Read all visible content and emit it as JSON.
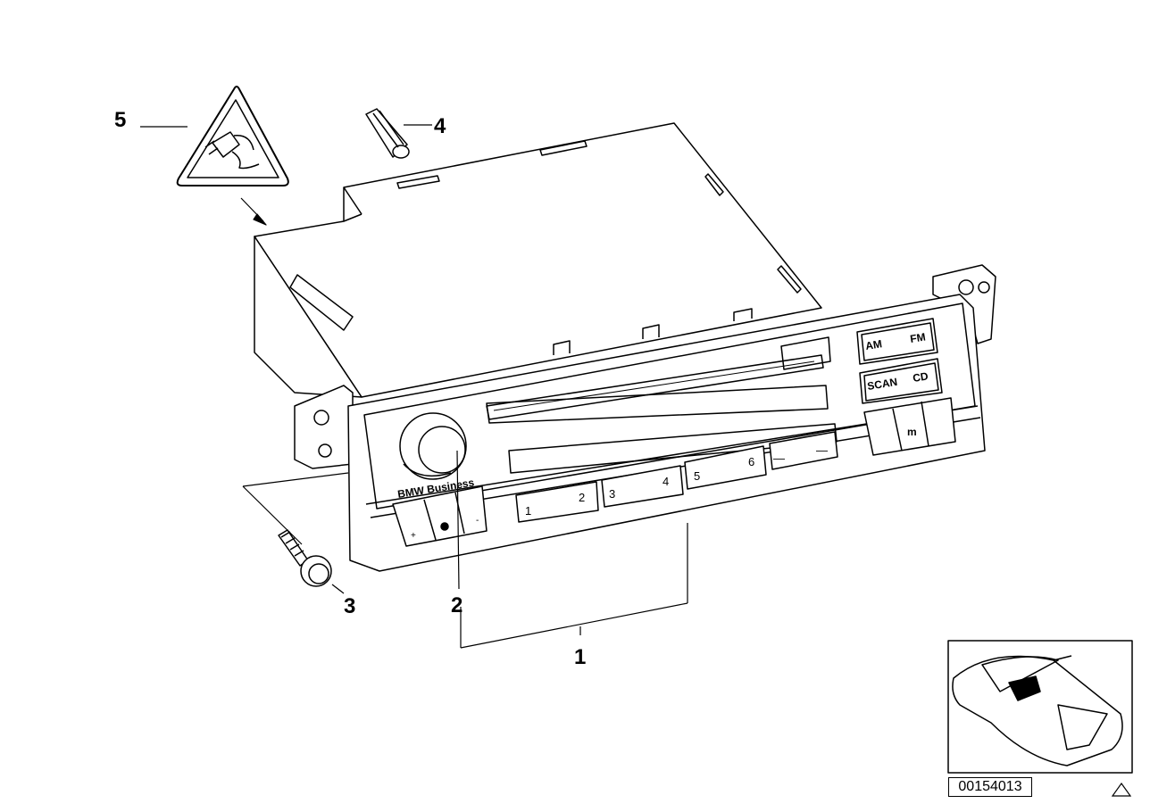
{
  "callouts": {
    "c1": "1",
    "c2": "2",
    "c3": "3",
    "c4": "4",
    "c5": "5"
  },
  "radio": {
    "brand_label": "BMW Business",
    "btn_am": "AM",
    "btn_fm": "FM",
    "btn_scan": "SCAN",
    "btn_cd": "CD",
    "btn_m": "m",
    "presets": [
      "1",
      "2",
      "3",
      "4",
      "5",
      "6"
    ],
    "btn_minus": "—",
    "btn_plus_sign": "+",
    "btn_minus_sign": "-"
  },
  "reference_code": "00154013",
  "icons": {
    "warning": "electrostatic-warning-icon",
    "screw": "screw-icon",
    "knob": "volume-knob-icon",
    "thumbnail": "car-location-thumbnail"
  }
}
